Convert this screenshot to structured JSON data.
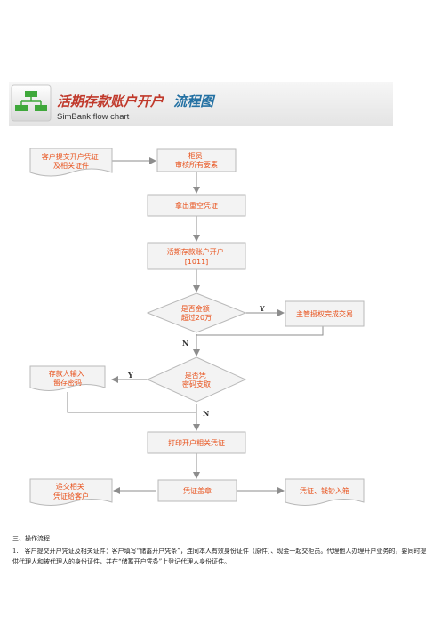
{
  "header": {
    "title_main": "活期存款账户开户",
    "title_accent": "流程图",
    "subtitle": "SimBank flow chart",
    "colors": {
      "main": "#c0392b",
      "accent": "#2471a3"
    }
  },
  "nodes": {
    "customer_submit": {
      "lines": [
        "客户提交开户凭证",
        "及相关证件"
      ]
    },
    "teller_review": {
      "lines": [
        "柜员",
        "审核所有要素"
      ]
    },
    "take_blank": {
      "lines": [
        "拿出重空凭证"
      ]
    },
    "open_account": {
      "lines": [
        "活期存款账户开户",
        "[1011]"
      ]
    },
    "amount_check": {
      "lines": [
        "是否金额",
        "超过20万"
      ]
    },
    "supervisor_auth": {
      "lines": [
        "主管授权完成交易"
      ]
    },
    "password_check": {
      "lines": [
        "是否凭",
        "密码支取"
      ]
    },
    "depositor_pwd": {
      "lines": [
        "存款人输入",
        "留存密码"
      ]
    },
    "print_voucher": {
      "lines": [
        "打印开户相关凭证"
      ]
    },
    "stamp": {
      "lines": [
        "凭证盖章"
      ]
    },
    "deliver": {
      "lines": [
        "递交相关",
        "凭证给客户"
      ]
    },
    "to_box": {
      "lines": [
        "凭证、钱钞入箱"
      ]
    }
  },
  "edge_labels": {
    "yes": "Y",
    "no": "N"
  },
  "text": {
    "section_heading": "三、操作流程",
    "step1": "1.　客户提交开户凭证及相关证件：客户填写“储蓄开户凭条”，连同本人有效身份证件（原件）、现金一起交柜员。代理他人办理开户业务的，要同时提供代理人和被代理人的身份证件，并在“储蓄开户凭条”上登记代理人身份证件。"
  },
  "colors": {
    "box_fill": "#f3f3f3",
    "box_stroke": "#b9b9b9",
    "node_text": "#e8501a",
    "arrow": "#8d8d8d",
    "header_band": "#eeeeee"
  }
}
